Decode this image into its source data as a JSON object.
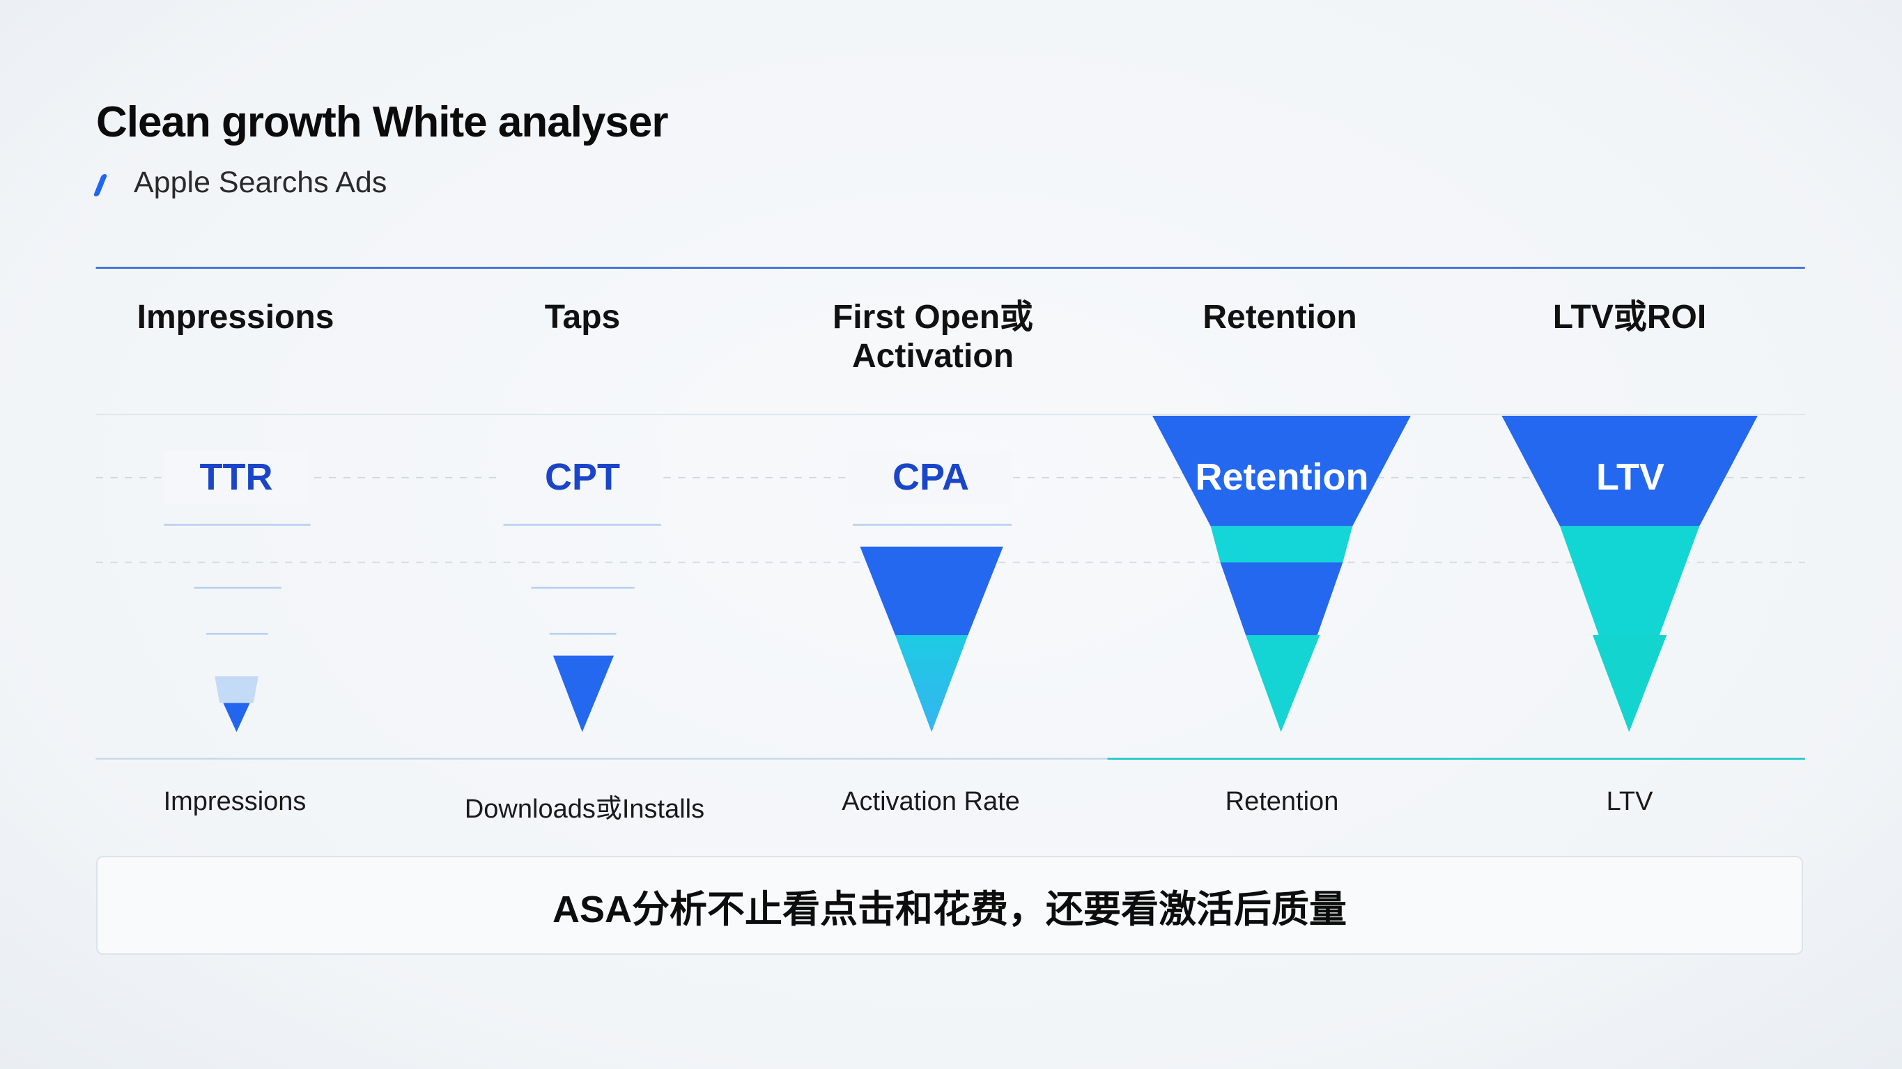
{
  "header": {
    "title": "Clean growth  White analyser",
    "subtitle": "Apple Searchs  Ads"
  },
  "columns": [
    {
      "header": "Impressions",
      "metric": "TTR",
      "footer": "Impressions"
    },
    {
      "header": "Taps",
      "metric": "CPT",
      "footer": "Downloads或Installs"
    },
    {
      "header_line1": "First Open或",
      "header_line2": "Activation",
      "metric": "CPA",
      "footer": "Activation Rate"
    },
    {
      "header": "Retention",
      "metric": "Retention",
      "footer": "Retention"
    },
    {
      "header": "LTV或ROI",
      "metric": "LTV",
      "footer": "LTV"
    }
  ],
  "summary": "ASA分析不止看点击和花费，还要看激活后质量",
  "colors": {
    "accent_blue": "#2266f0",
    "teal": "#12d6d2",
    "metric_text": "#1a45c8"
  }
}
